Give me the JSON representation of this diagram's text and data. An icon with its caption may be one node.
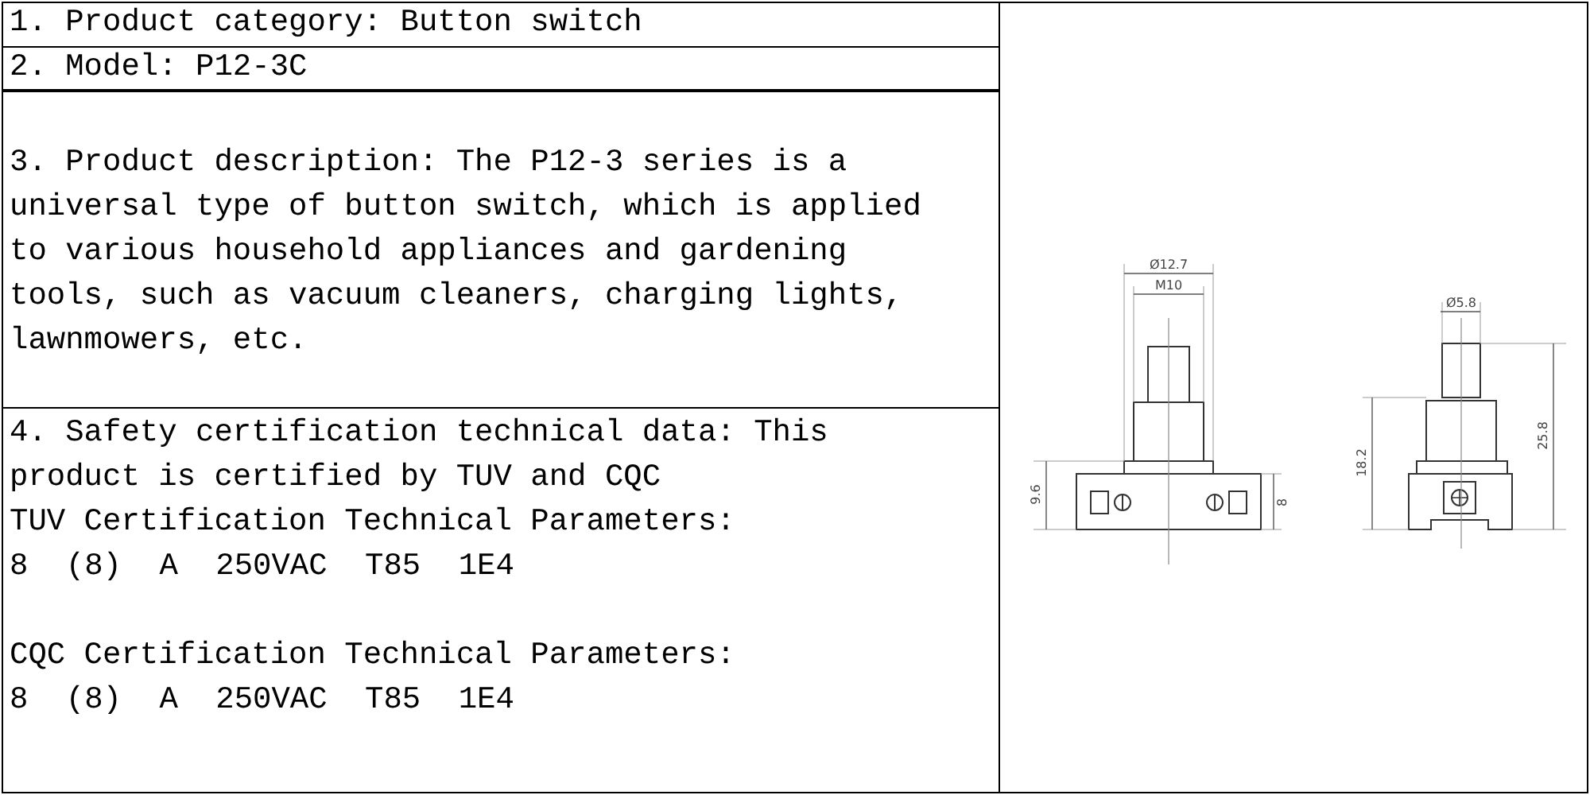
{
  "diagram": {
    "labels": [
      "1. Product category: Button switch",
      "2. Model: P12-3C",
      "3. Product description: The P12-3 series is a universal type of button switch, which is applied to various household appliances and gardening tools, such as vacuum cleaners, charging lights, lawnmowers, etc.",
      "4. Safety certification technical data: This product is certified by TUV and CQC",
      "TUV Certification Technical Parameters:",
      "8 (8) A 250VAC T85 1E4",
      "CQC Certification Technical Parameters:",
      "8 (8) A 250VAC T85 1E4",
      "Ø12.7",
      "M10",
      "9.6",
      "8",
      "Ø5.8",
      "18.2",
      "25.8"
    ]
  }
}
